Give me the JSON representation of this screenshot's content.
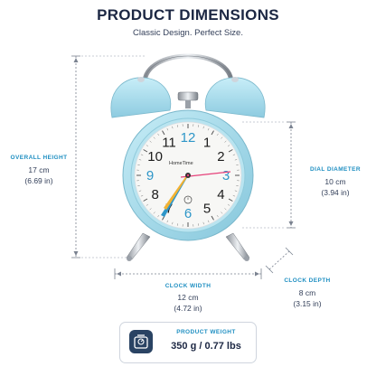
{
  "header": {
    "title": "PRODUCT DIMENSIONS",
    "subtitle": "Classic Design. Perfect Size."
  },
  "dimensions": {
    "overall_height": {
      "label": "OVERALL HEIGHT",
      "metric": "17 cm",
      "imperial": "(6.69 in)"
    },
    "dial_diameter": {
      "label": "DIAL DIAMETER",
      "metric": "10 cm",
      "imperial": "(3.94 in)"
    },
    "clock_width": {
      "label": "CLOCK WIDTH",
      "metric": "12 cm",
      "imperial": "(4.72 in)"
    },
    "clock_depth": {
      "label": "CLOCK DEPTH",
      "metric": "8 cm",
      "imperial": "(3.15 in)"
    }
  },
  "weight": {
    "label": "PRODUCT WEIGHT",
    "value": "350 g / 0.77 lbs",
    "icon": "scale-icon"
  },
  "clock_face": {
    "brand": "HomeTime",
    "numbers": [
      "12",
      "1",
      "2",
      "3",
      "4",
      "5",
      "6",
      "7",
      "8",
      "9",
      "10",
      "11"
    ],
    "colors": {
      "case": "#a9dcea",
      "accent_blue": "#2e96c8",
      "second_hand": "#e6417a",
      "hour_hand_yellow": "#f2b233"
    }
  }
}
